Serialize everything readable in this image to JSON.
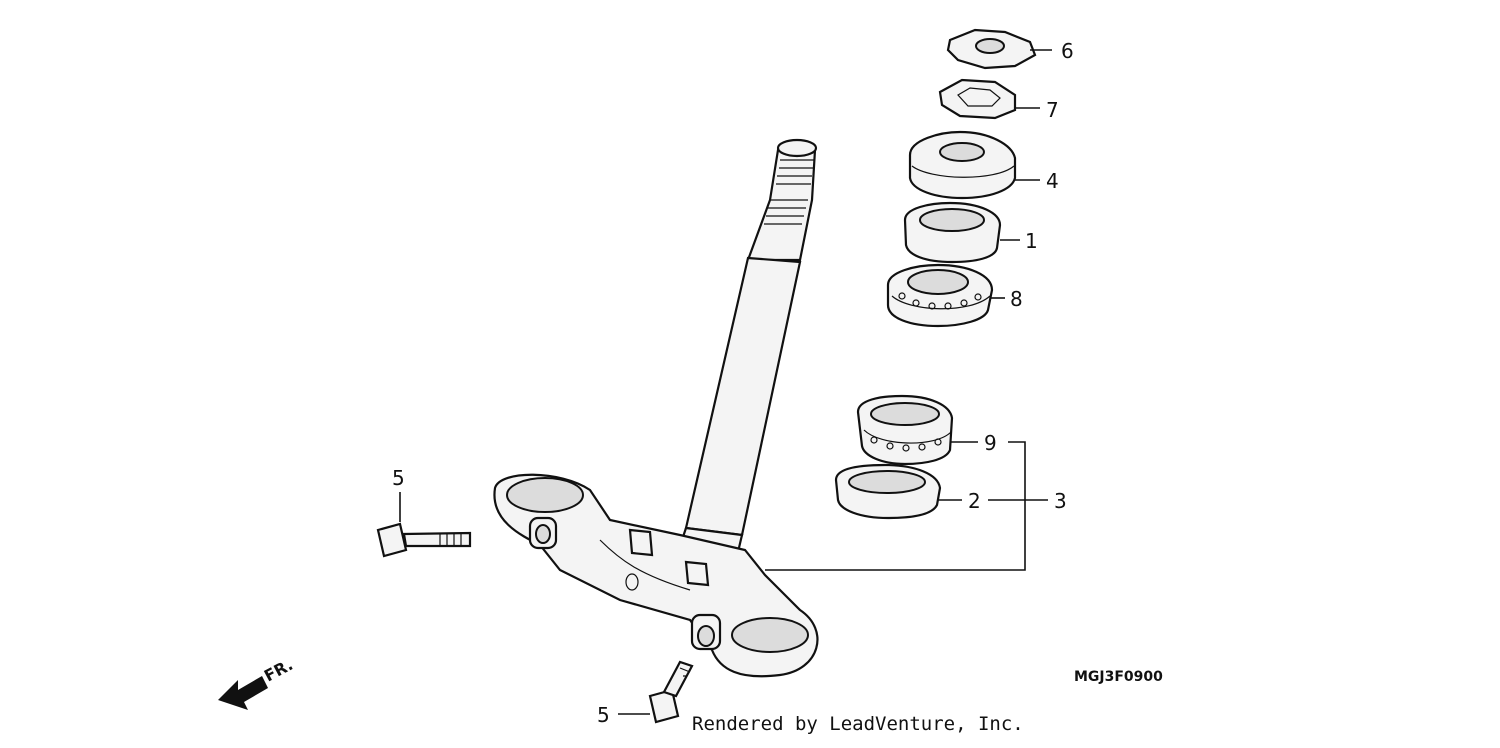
{
  "callouts": {
    "c6": "6",
    "c7": "7",
    "c4": "4",
    "c1": "1",
    "c8": "8",
    "c9": "9",
    "c2": "2",
    "c3": "3",
    "c5a": "5",
    "c5b": "5"
  },
  "direction_label": "FR.",
  "diagram_code": "MGJ3F0900",
  "credit": "Rendered by LeadVenture, Inc."
}
